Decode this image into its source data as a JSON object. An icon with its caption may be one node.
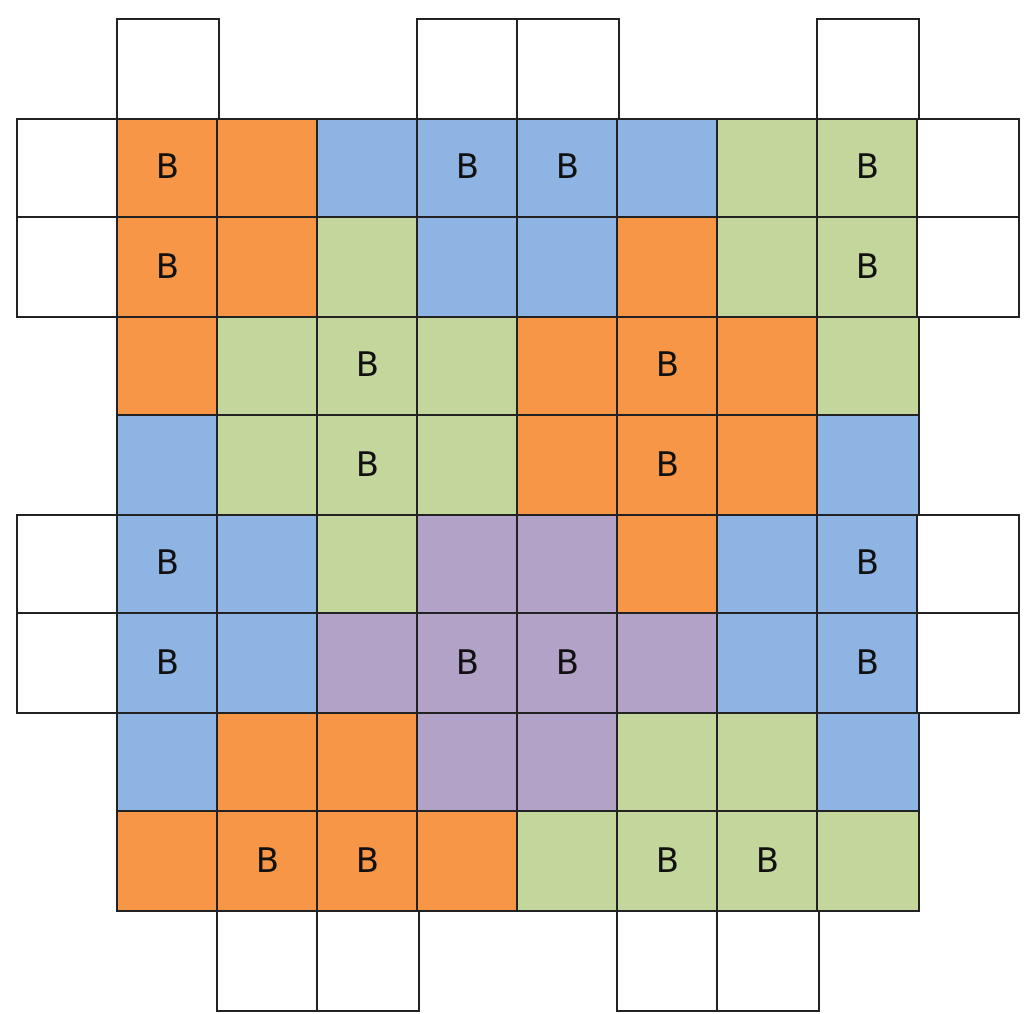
{
  "diagram": {
    "labels": [
      "B",
      "B",
      "B",
      "B",
      "B",
      "B",
      "B",
      "B",
      "B",
      "B",
      "B",
      "B",
      "B",
      "B",
      "B",
      "B",
      "B",
      "B",
      "B",
      "B"
    ]
  }
}
